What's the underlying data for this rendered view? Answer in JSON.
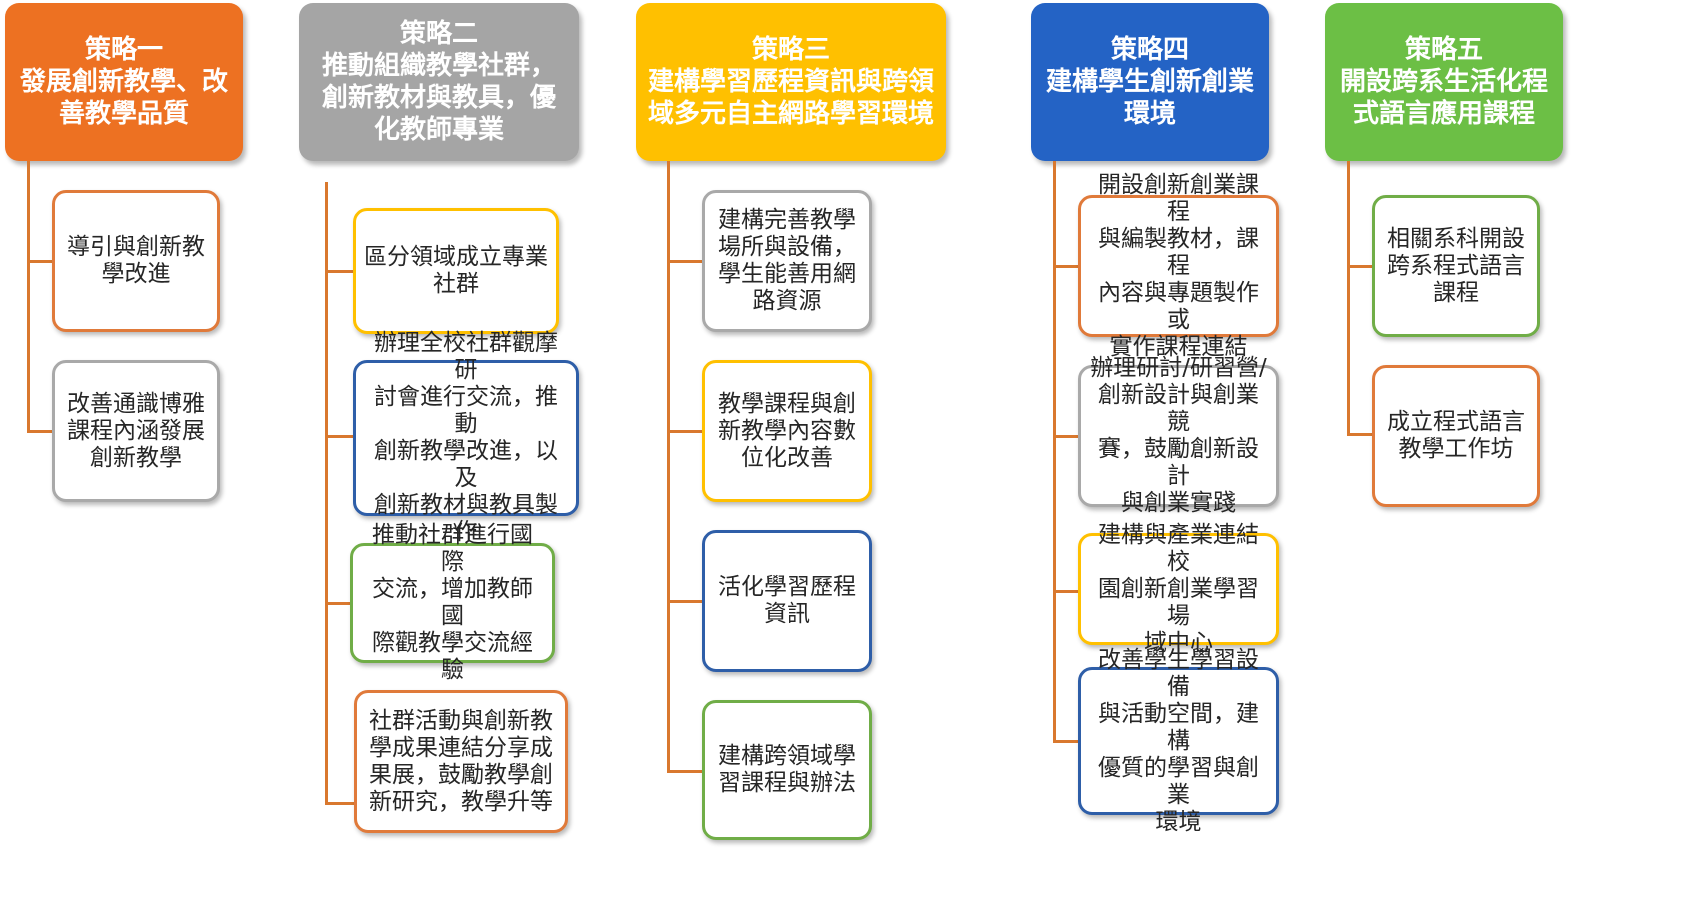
{
  "strategies": [
    {
      "title": "策略一\n發展創新教學、改\n善教學品質",
      "color": "#ed7122",
      "items": [
        {
          "text": "導引與創新教\n學改進",
          "border": "#e07a3a"
        },
        {
          "text": "改善通識博雅\n課程內涵發展\n創新教學",
          "border": "#a9a9a9"
        }
      ]
    },
    {
      "title": "策略二\n推動組織教學社群，\n創新教材與教具，優\n化教師專業",
      "color": "#a5a5a5",
      "items": [
        {
          "text": "區分領域成立專業\n社群",
          "border": "#ffc000"
        },
        {
          "text": "辦理全校社群觀摩研\n討會進行交流，推動\n創新教學改進，以及\n創新教材與教具製作",
          "border": "#2e5ea8"
        },
        {
          "text": "推動社群進行國際\n交流，增加教師國\n際觀教學交流經驗",
          "border": "#70ad47"
        },
        {
          "text": "社群活動與創新教\n學成果連結分享成\n果展，鼓勵教學創\n新研究，教學升等",
          "border": "#e07a3a"
        }
      ]
    },
    {
      "title": "策略三\n建構學習歷程資訊與跨領\n域多元自主網路學習環境",
      "color": "#ffc000",
      "items": [
        {
          "text": "建構完善教學\n場所與設備，\n學生能善用網\n路資源",
          "border": "#a9a9a9"
        },
        {
          "text": "教學課程與創\n新教學內容數\n位化改善",
          "border": "#ffc000"
        },
        {
          "text": "活化學習歷程\n資訊",
          "border": "#2e5ea8"
        },
        {
          "text": "建構跨領域學\n習課程與辦法",
          "border": "#70ad47"
        }
      ]
    },
    {
      "title": "策略四\n建構學生創新創業\n環境",
      "color": "#2463c5",
      "items": [
        {
          "text": "開設創新創業課程\n與編製教材，課程\n內容與專題製作或\n實作課程連結",
          "border": "#e07a3a"
        },
        {
          "text": "辦理研討/研習營/\n創新設計與創業競\n賽，鼓勵創新設計\n與創業實踐",
          "border": "#a9a9a9"
        },
        {
          "text": "建構與產業連結校\n園創新創業學習場\n域中心",
          "border": "#ffc000"
        },
        {
          "text": "改善學生學習設備\n與活動空間，建構\n優質的學習與創業\n環境",
          "border": "#2e5ea8"
        }
      ]
    },
    {
      "title": "策略五\n開設跨系生活化程\n式語言應用課程",
      "color": "#6cbf45",
      "items": [
        {
          "text": "相關系科開設\n跨系程式語言\n課程",
          "border": "#70ad47"
        },
        {
          "text": "成立程式語言\n教學工作坊",
          "border": "#e07a3a"
        }
      ]
    }
  ]
}
